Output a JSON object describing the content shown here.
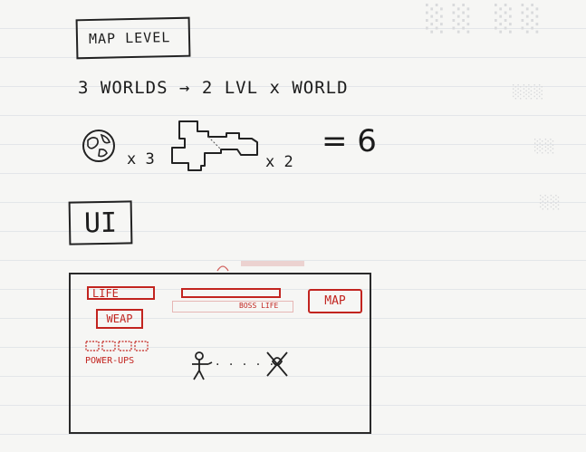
{
  "title": "MAP LEVEL",
  "worlds_line": "3 WORLDS → 2 LVL x WORLD",
  "equation": {
    "worlds_multiplier": "x 3",
    "levels_multiplier": "x 2",
    "result": "= 6"
  },
  "ui_heading": "UI",
  "mockup": {
    "life_label": "LIFE",
    "boss_life_label": "BOSS LIFE",
    "map_label": "MAP",
    "weapon_label": "WEAP",
    "powerups_label": "POWER-UPS",
    "dots": ". . . . ."
  },
  "colors": {
    "ink": "#1c1c1c",
    "red_ink": "#c2241f",
    "paper": "#f6f6f4",
    "rule": "#e1e4e8"
  },
  "icons": [
    "globe-icon",
    "level-map-icon",
    "player-stick-figure-icon",
    "enemy-figure-icon"
  ]
}
